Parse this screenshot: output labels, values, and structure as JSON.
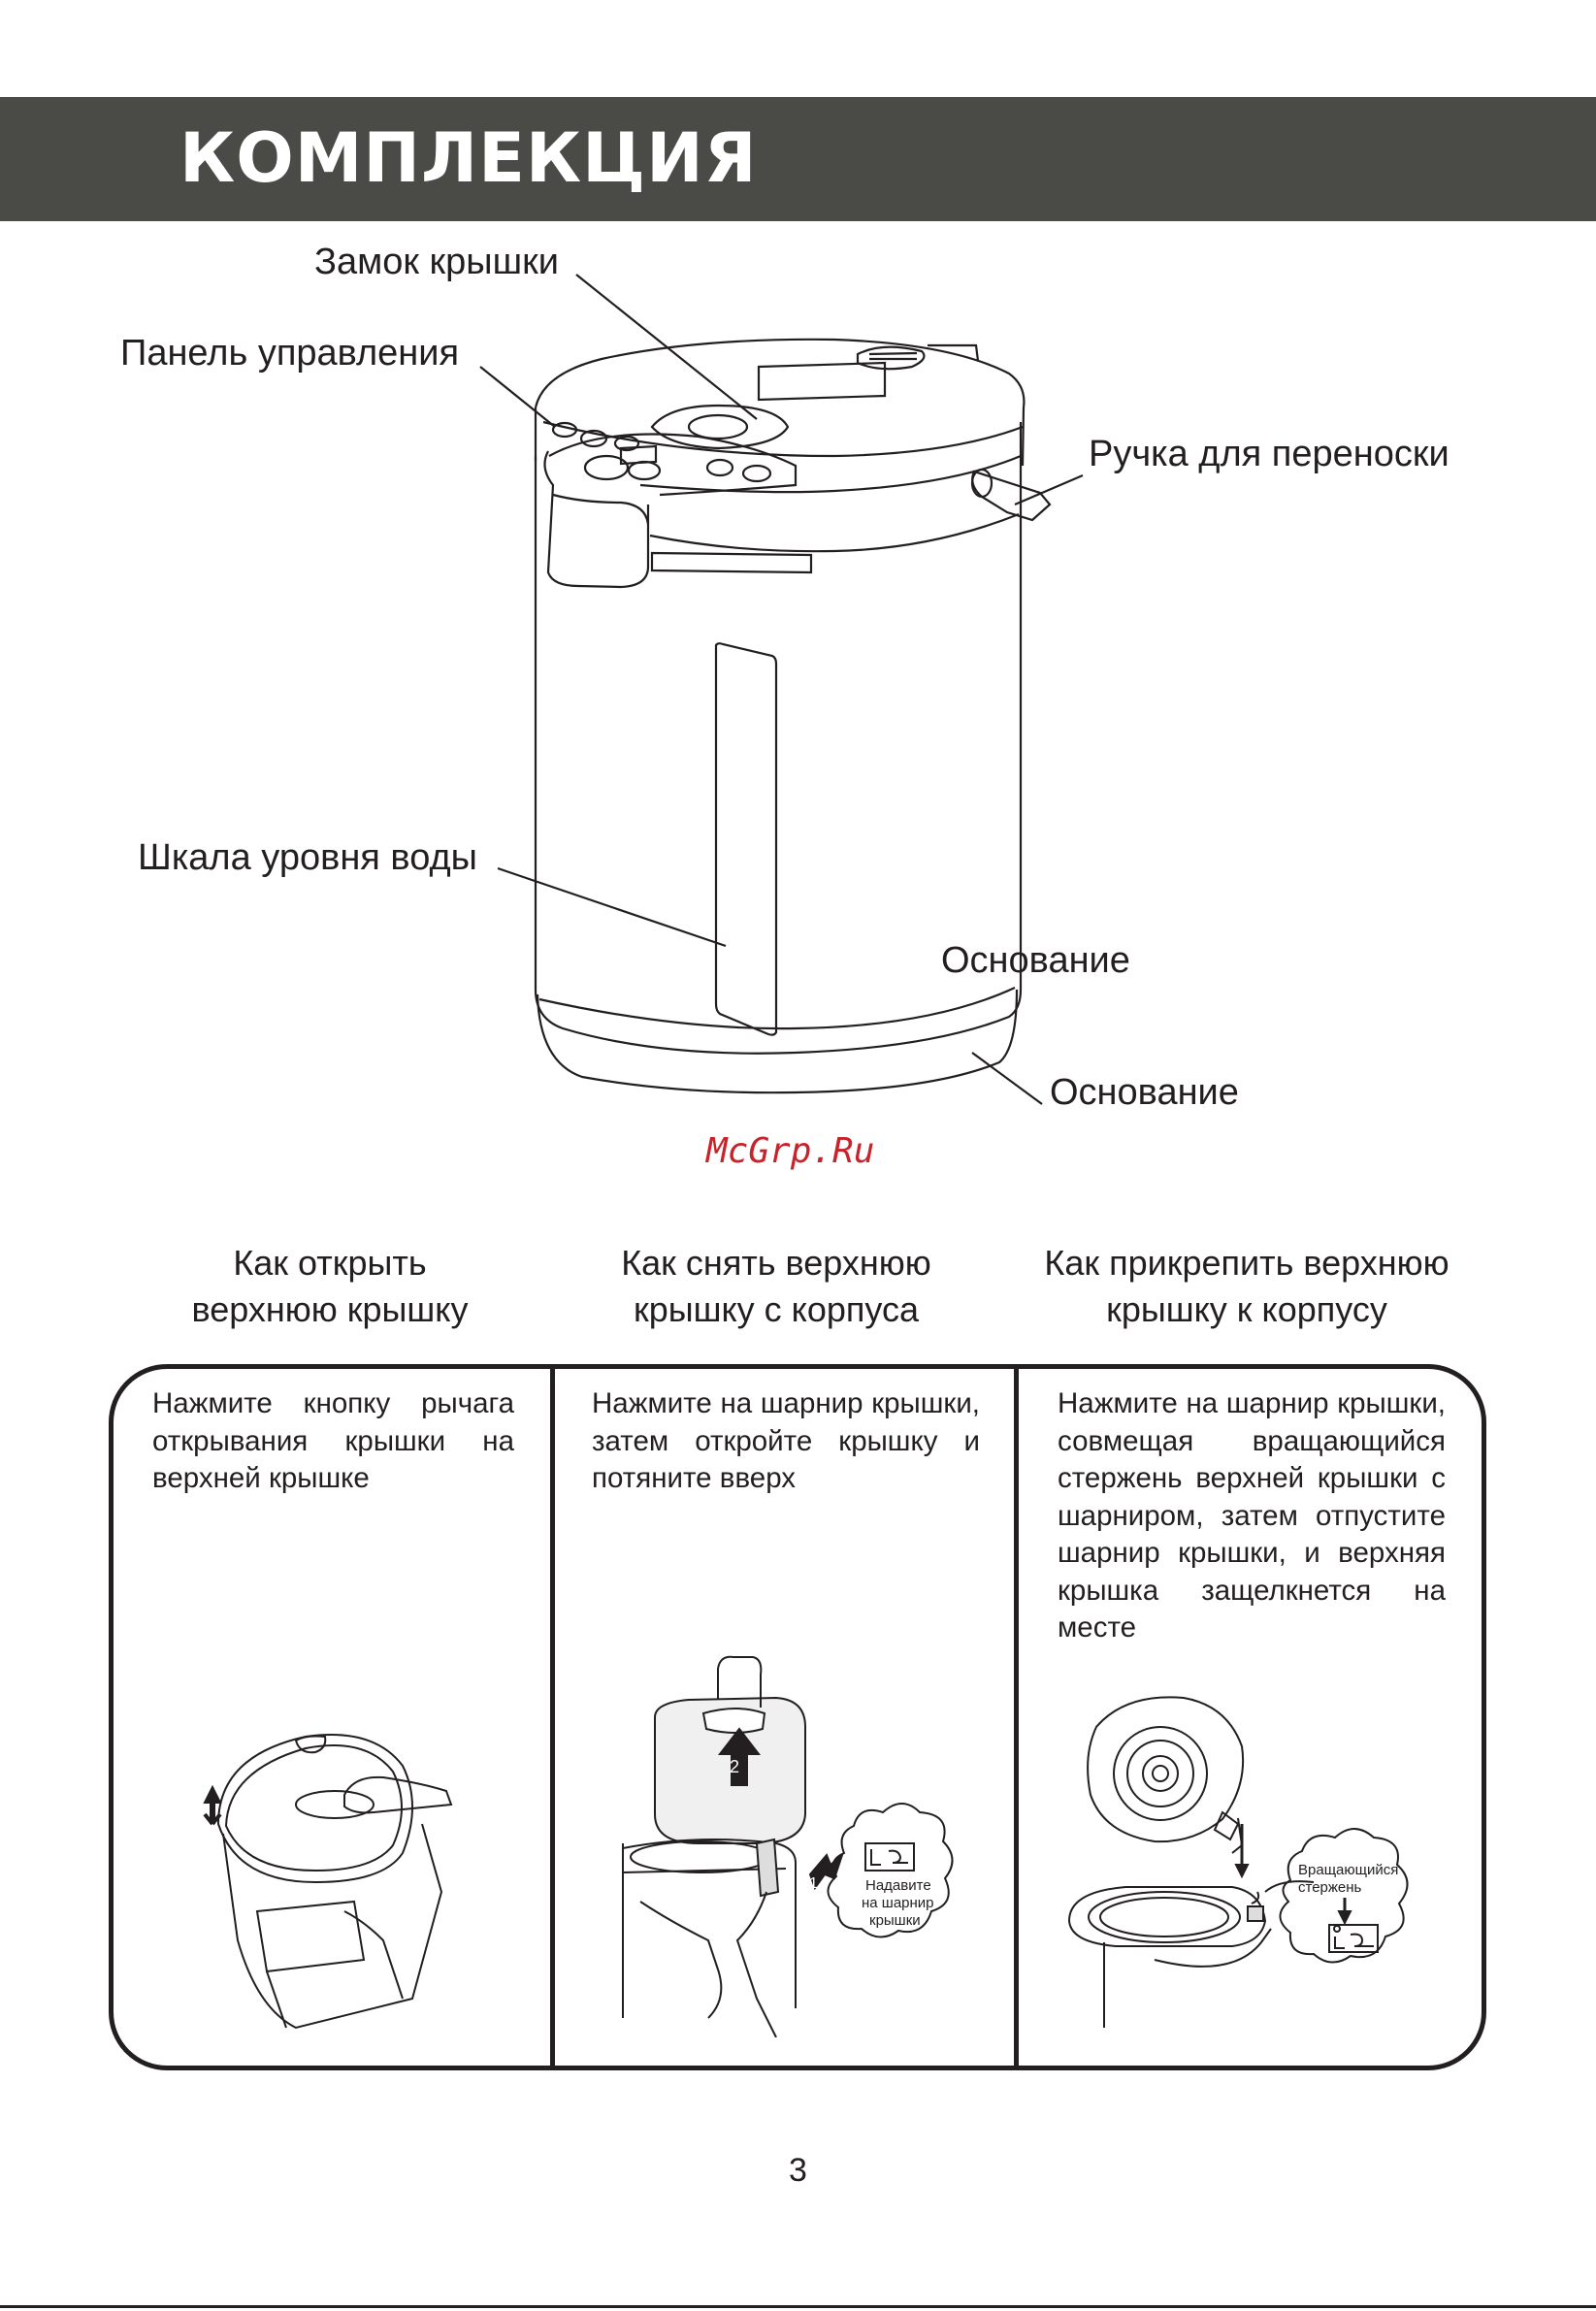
{
  "header": {
    "title": "КОМПЛЕКЦИЯ"
  },
  "diagram": {
    "labels": {
      "lid_lock": "Замок крышки",
      "control_panel": "Панель управления",
      "carry_handle": "Ручка для переноски",
      "water_gauge": "Шкала уровня воды",
      "base_upper": "Основание",
      "base_lower": "Основание"
    }
  },
  "watermark": "McGrp.Ru",
  "instructions": {
    "columns": [
      {
        "heading": [
          "Как открыть",
          "верхнюю крышку"
        ],
        "text": "Нажмите кнопку рычага открывания крышки на верхней крышке"
      },
      {
        "heading": [
          "Как снять верхнюю",
          "крышку с корпуса"
        ],
        "text": "Нажмите на шарнир крышки, затем откройте крышку и потяните вверх",
        "callout": [
          "Надавите",
          "на шарнир",
          "крышки"
        ],
        "step_numbers": [
          "1",
          "2"
        ]
      },
      {
        "heading": [
          "Как прикрепить верхнюю",
          "крышку к корпусу"
        ],
        "text": "Нажмите на шарнир крышки, совмещая вращающийся стержень верхней крышки с шарниром, затем отпустите шарнир крышки, и верхняя крышка защелкнется на месте",
        "callout": [
          "Вращающийся",
          "стержень"
        ]
      }
    ]
  },
  "page_number": "3"
}
